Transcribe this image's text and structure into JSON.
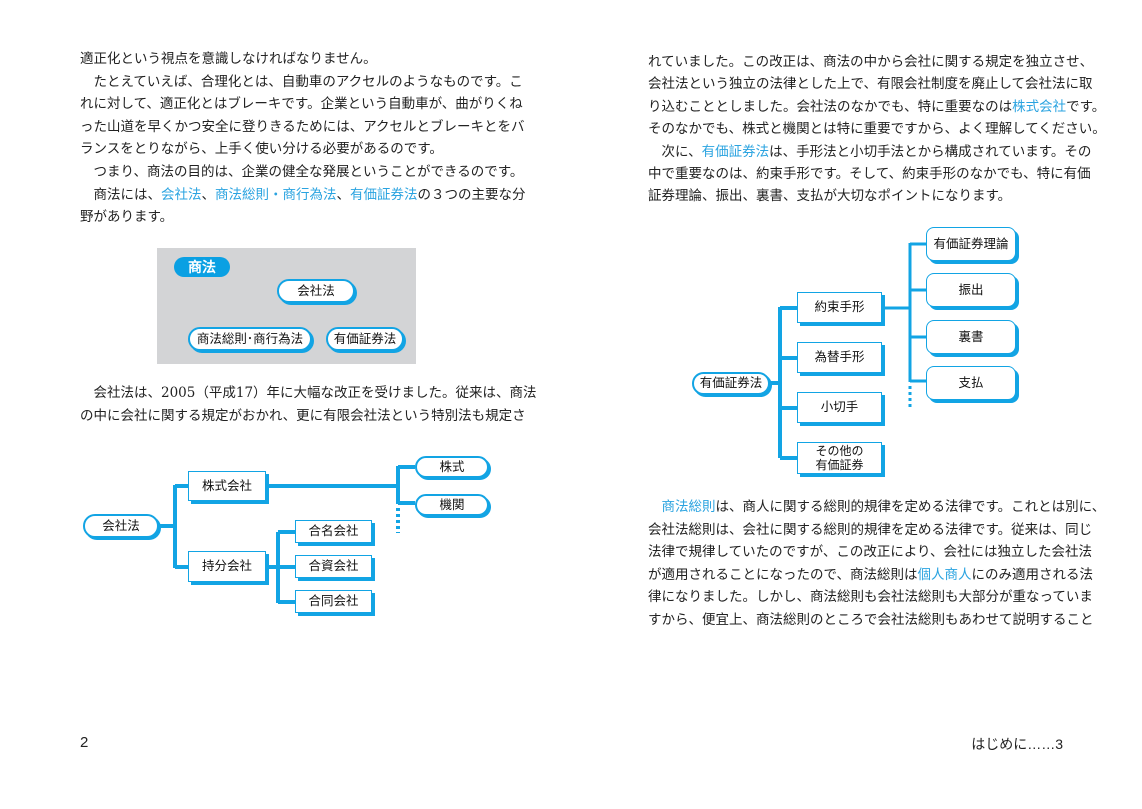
{
  "colors": {
    "accent": "#12a4e4",
    "highlight": "#2aa3e0"
  },
  "left_page": {
    "paragraph_top": [
      {
        "j": false,
        "segs": [
          {
            "t": "適正化という視点を意識しなければなりません。"
          }
        ]
      },
      {
        "j": true,
        "segs": [
          {
            "t": "　たとえていえば、合理化とは、自動車のアクセルのようなものです。こ"
          }
        ]
      },
      {
        "j": true,
        "segs": [
          {
            "t": "れに対して、適正化とはブレーキです。企業という自動車が、曲がりくね"
          }
        ]
      },
      {
        "j": true,
        "segs": [
          {
            "t": "った山道を早くかつ安全に登りきるためには、アクセルとブレーキとをバ"
          }
        ]
      },
      {
        "j": false,
        "segs": [
          {
            "t": "ランスをとりながら、上手く使い分ける必要があるのです。"
          }
        ]
      },
      {
        "j": true,
        "segs": [
          {
            "t": "　つまり、商法の目的は、企業の健全な発展ということができるのです。"
          }
        ]
      },
      {
        "j": true,
        "segs": [
          {
            "t": "　商法には、"
          },
          {
            "t": "会社法",
            "hl": true
          },
          {
            "t": "、"
          },
          {
            "t": "商法総則・商行為法",
            "hl": true
          },
          {
            "t": "、"
          },
          {
            "t": "有価証券法",
            "hl": true
          },
          {
            "t": "の３つの主要な分"
          }
        ]
      },
      {
        "j": false,
        "segs": [
          {
            "t": "野があります。"
          }
        ]
      }
    ],
    "paragraph_mid": [
      {
        "j": true,
        "segs": [
          {
            "t": "　会社法は、2005（平成17）年に大幅な改正を受けました。従来は、商法"
          }
        ]
      },
      {
        "j": true,
        "segs": [
          {
            "t": "の中に会社に関する規定がおかれ、更に有限会社法という特別法も規定さ"
          }
        ]
      }
    ],
    "shoho_diagram": {
      "title": "商法",
      "items": [
        "会社法",
        "商法総則･商行為法",
        "有価証券法"
      ]
    },
    "kaishaho_diagram": {
      "root": "会社法",
      "kabushiki": "株式会社",
      "kabushiki_children": [
        "株式",
        "機関"
      ],
      "mochibun": "持分会社",
      "mochibun_children": [
        "合名会社",
        "合資会社",
        "合同会社"
      ]
    },
    "page_number": "2"
  },
  "right_page": {
    "paragraph_top": [
      {
        "j": true,
        "segs": [
          {
            "t": "れていました。この改正は、商法の中から会社に関する規定を独立させ、"
          }
        ]
      },
      {
        "j": true,
        "segs": [
          {
            "t": "会社法という独立の法律とした上で、有限会社制度を廃止して会社法に取"
          }
        ]
      },
      {
        "j": true,
        "segs": [
          {
            "t": "り込むこととしました。会社法のなかでも、特に重要なのは"
          },
          {
            "t": "株式会社",
            "hl": true
          },
          {
            "t": "です。"
          }
        ]
      },
      {
        "j": true,
        "segs": [
          {
            "t": "そのなかでも、株式と機関とは特に重要ですから、よく理解してください。"
          }
        ]
      },
      {
        "j": true,
        "segs": [
          {
            "t": "　次に、"
          },
          {
            "t": "有価証券法",
            "hl": true
          },
          {
            "t": "は、手形法と小切手法とから構成されています。その"
          }
        ]
      },
      {
        "j": true,
        "segs": [
          {
            "t": "中で重要なのは、約束手形です。そして、約束手形のなかでも、特に有価"
          }
        ]
      },
      {
        "j": false,
        "segs": [
          {
            "t": "証券理論、振出、裏書、支払が大切なポイントになります。"
          }
        ]
      }
    ],
    "paragraph_bottom": [
      {
        "j": true,
        "segs": [
          {
            "t": "　"
          },
          {
            "t": "商法総則",
            "hl": true
          },
          {
            "t": "は、商人に関する総則的規律を定める法律です。これとは別に、"
          }
        ]
      },
      {
        "j": true,
        "segs": [
          {
            "t": "会社法総則は、会社に関する総則的規律を定める法律です。従来は、同じ"
          }
        ]
      },
      {
        "j": true,
        "segs": [
          {
            "t": "法律で規律していたのですが、この改正により、会社には独立した会社法"
          }
        ]
      },
      {
        "j": true,
        "segs": [
          {
            "t": "が適用されることになったので、商法総則は"
          },
          {
            "t": "個人商人",
            "hl": true
          },
          {
            "t": "にのみ適用される法"
          }
        ]
      },
      {
        "j": true,
        "segs": [
          {
            "t": "律になりました。しかし、商法総則も会社法総則も大部分が重なっていま"
          }
        ]
      },
      {
        "j": true,
        "segs": [
          {
            "t": "すから、便宜上、商法総則のところで会社法総則もあわせて説明すること"
          }
        ]
      }
    ],
    "yuka_diagram": {
      "root": "有価証券法",
      "types": [
        "約束手形",
        "為替手形",
        "小切手",
        "その他の\n有価証券"
      ],
      "yakusoku_children": [
        "有価証券理論",
        "振出",
        "裏書",
        "支払"
      ]
    },
    "running_footer": "はじめに……3"
  }
}
